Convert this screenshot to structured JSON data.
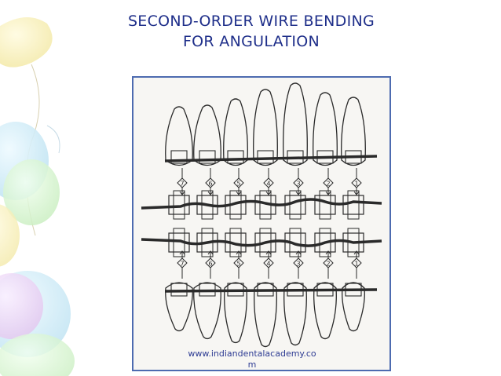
{
  "slide": {
    "title_line1": "SECOND-ORDER WIRE BENDING",
    "title_line2": "FOR ANGULATION",
    "watermark_line1": "www.indiandentalacademy.co",
    "watermark_line2": "m"
  },
  "figure": {
    "upper_labels": [
      "7",
      "6",
      "5",
      "4",
      "3",
      "2",
      "1"
    ],
    "lower_labels": [
      "7",
      "6",
      "5",
      "4",
      "3",
      "2",
      "1"
    ]
  },
  "colors": {
    "title": "#1f2f8a",
    "frame_border": "#4d6bb0",
    "watermark": "#2d3b93"
  }
}
